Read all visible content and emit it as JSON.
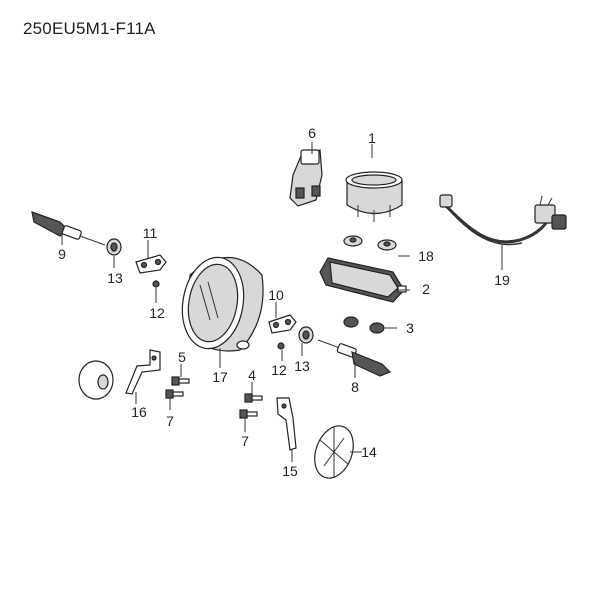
{
  "title": "250EU5M1-F11A",
  "callouts": [
    "1",
    "2",
    "3",
    "4",
    "5",
    "6",
    "7",
    "7",
    "8",
    "9",
    "10",
    "11",
    "12",
    "12",
    "13",
    "13",
    "14",
    "15",
    "16",
    "17",
    "18",
    "19"
  ]
}
